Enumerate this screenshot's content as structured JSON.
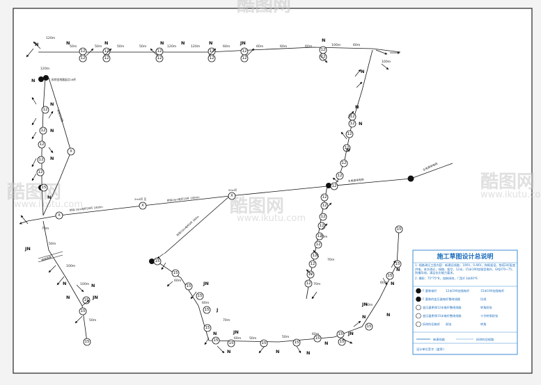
{
  "labels": {
    "old_line_top": "拆除旧线路起点16杆",
    "old_line_mid": "拆除旧线路",
    "main_line_right": "主电源来电侧",
    "main_line_left": "主电源来电侧",
    "remove_line_1": "拆除 15m电杆28杆 1000m",
    "remove_line_2": "拆除15m电杆15杆 1000m",
    "remove_line_3": "拆除15m电杆6杆 360m",
    "sw_pole_1": "2m4杆 至",
    "sw_pole_2": "50m杆",
    "cross_road": "跨越道路"
  },
  "markers": {
    "N": "N",
    "JN": "JN",
    "J": "J",
    "X": "X"
  },
  "pole_numbers": {
    "p12": "12",
    "p15": "15"
  },
  "spans": {
    "s50": "50m",
    "s60": "60m",
    "s70": "70m",
    "s100": "100m",
    "s120": "120m"
  },
  "legend": {
    "title": "施工草图设计总说明",
    "note1": "1. 线路改迁工程内容：新建旧线路，10KV，0.4KV，和既架设，铁塔3杆配变供电，本次改迁，线路，架空，12米，15米190加强型电杆，GKJ070~75，防撞导线，满足抗灾能力要求。",
    "note2": "2. 横担：75*75*8，加装接地，门型4  3米60*6",
    "rows": [
      {
        "left": "F 要装电杆",
        "right": "15米190加强电杆",
        "mid": "12米190加强电杆"
      },
      {
        "left": "F 要装的变压器电杆整改线路",
        "right": "拉线",
        "mid": ""
      },
      {
        "left": "变压器更改12米电杆整改线路",
        "right": "转角耐张",
        "mid": ""
      },
      {
        "left": "变压器更改15米电杆整改线路",
        "right": "十字转角耐张",
        "mid": ""
      },
      {
        "left": "拆除的旧电杆",
        "right": "转角",
        "mid": "耐张"
      }
    ],
    "new_line": "新建线路",
    "old_line": "拆除的旧线路",
    "signature": "设计单位签字（盖章）："
  },
  "watermark": {
    "brand": "酷图网",
    "url": "www.ikutu.com"
  }
}
